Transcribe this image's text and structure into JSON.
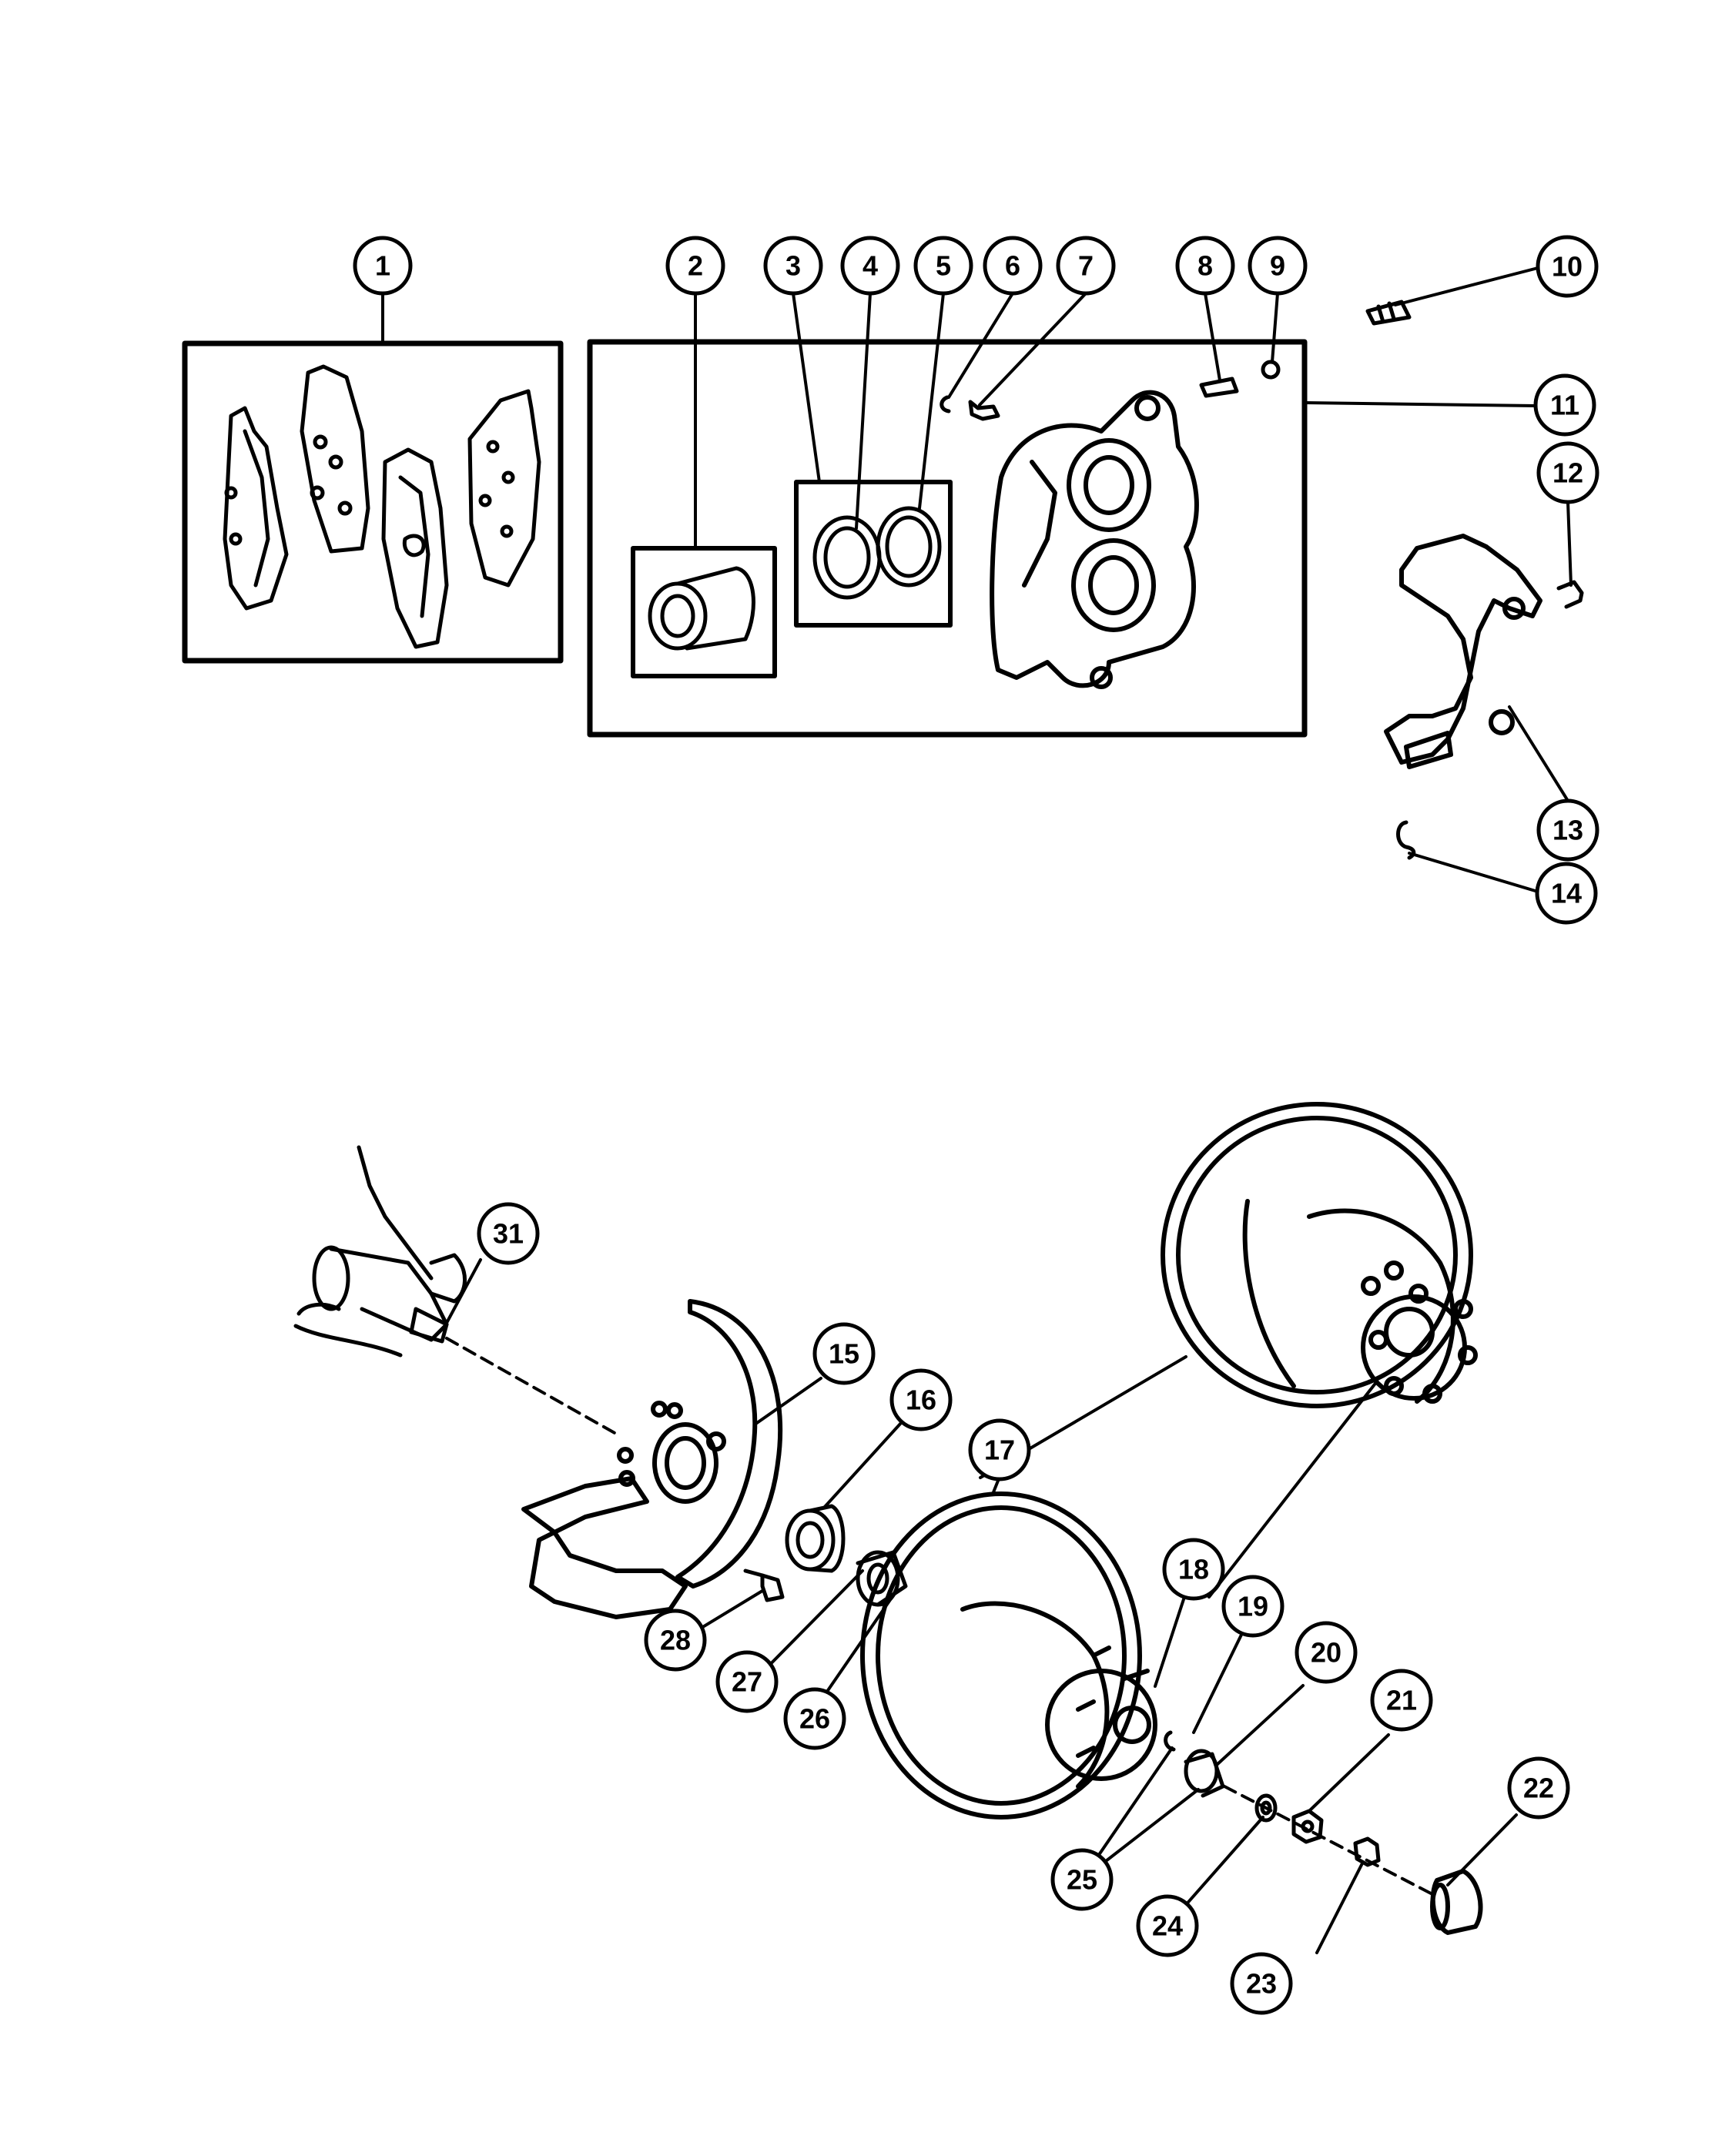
{
  "callouts": [
    "1",
    "2",
    "3",
    "4",
    "5",
    "6",
    "7",
    "8",
    "9",
    "10",
    "11",
    "12",
    "13",
    "14",
    "15",
    "16",
    "17",
    "18",
    "19",
    "20",
    "21",
    "22",
    "23",
    "24",
    "25",
    "26",
    "27",
    "28",
    "31"
  ],
  "colors": {
    "ink": "#000000",
    "paper": "#ffffff"
  }
}
